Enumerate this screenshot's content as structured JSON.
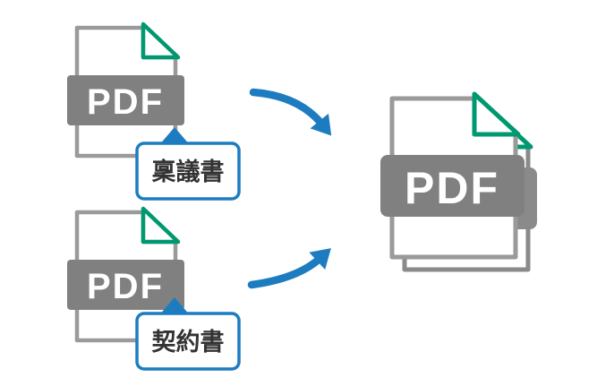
{
  "diagram": {
    "description_type": "pdf-merge-illustration",
    "sources": [
      {
        "file_type_label": "PDF",
        "tag": "稟議書"
      },
      {
        "file_type_label": "PDF",
        "tag": "契約書"
      }
    ],
    "result": {
      "file_type_label": "PDF"
    },
    "colors": {
      "accent_blue": "#1d7cc0",
      "fold_green": "#009870",
      "banner_gray": "#808080",
      "back_layer_gray": "#8a8a8a",
      "paper_outline_gray": "#9a9a9a",
      "tag_text": "#333333"
    }
  }
}
